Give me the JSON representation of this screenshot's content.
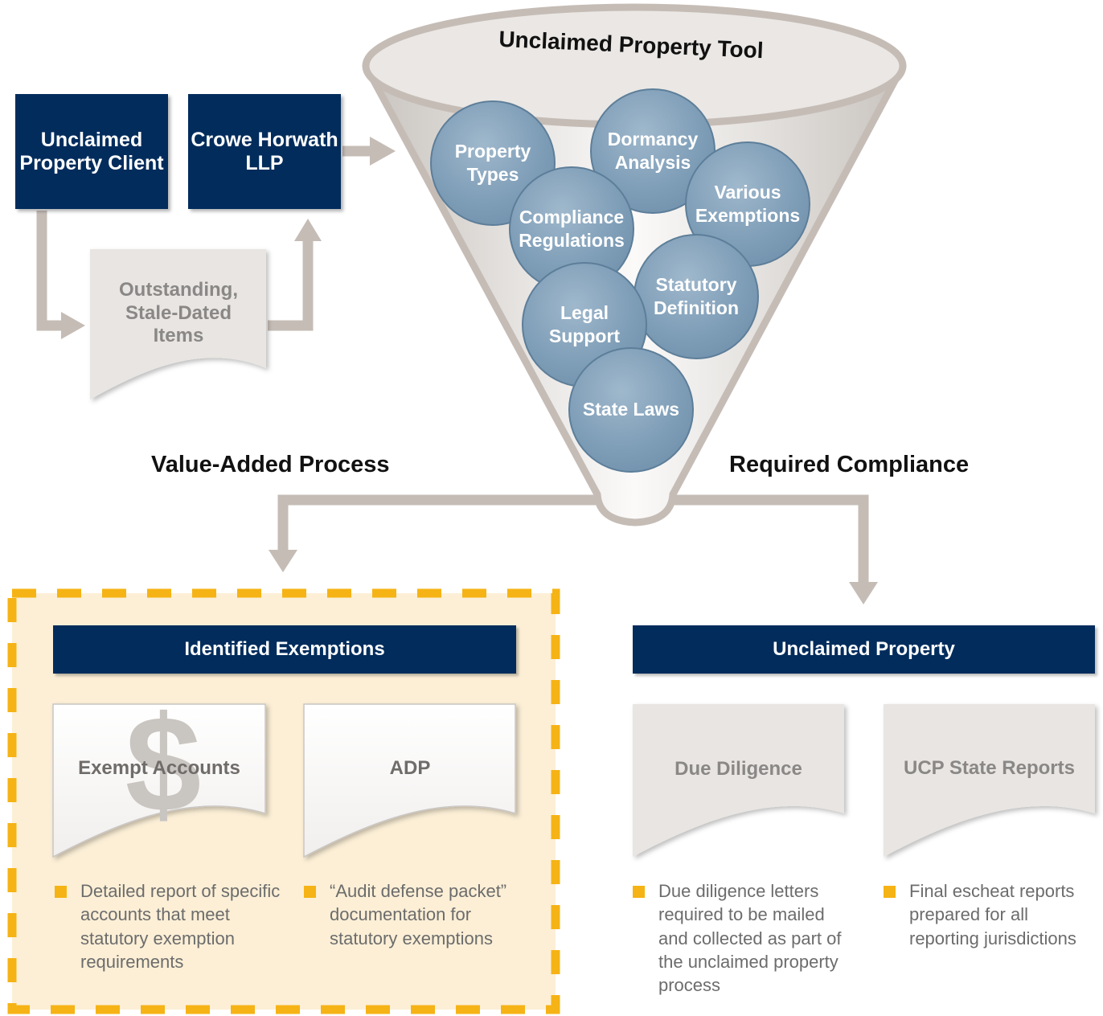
{
  "funnel": {
    "title": "Unclaimed Property Tool",
    "circles": [
      {
        "id": "property-types",
        "label": "Property Types"
      },
      {
        "id": "dormancy-analysis",
        "label": "Dormancy Analysis"
      },
      {
        "id": "various-exemptions",
        "label": "Various Exemptions"
      },
      {
        "id": "compliance-regulations",
        "label": "Compliance Regulations"
      },
      {
        "id": "statutory-definition",
        "label": "Statutory Definition"
      },
      {
        "id": "legal-support",
        "label": "Legal Support"
      },
      {
        "id": "state-laws",
        "label": "State Laws"
      }
    ]
  },
  "client_box": "Unclaimed Property Client",
  "crowe_box": "Crowe Horwath LLP",
  "outstanding_doc": "Outstanding, Stale-Dated Items",
  "left_label": "Value-Added Process",
  "right_label": "Required Compliance",
  "left_section": {
    "header": "Identified Exemptions",
    "docs": [
      {
        "label": "Exempt Accounts",
        "background_symbol": "$",
        "bullet": "Detailed report of specific accounts that meet statutory exemption requirements"
      },
      {
        "label": "ADP",
        "bullet": "“Audit defense packet” documentation for statutory exemptions"
      }
    ]
  },
  "right_section": {
    "header": "Unclaimed Property",
    "docs": [
      {
        "label": "Due Diligence",
        "bullet": "Due diligence letters required to be mailed and collected as part of the unclaimed property process"
      },
      {
        "label": "UCP State Reports",
        "bullet": "Final escheat reports prepared for all reporting jurisdictions"
      }
    ]
  },
  "colors": {
    "navy": "#012c5c",
    "circle_blue": "#7e9db7",
    "arrow_gray": "#c5bcb6",
    "highlight_fill": "#fcefd6",
    "highlight_border": "#f5b315",
    "doc_gray": "#e8e5e2"
  }
}
